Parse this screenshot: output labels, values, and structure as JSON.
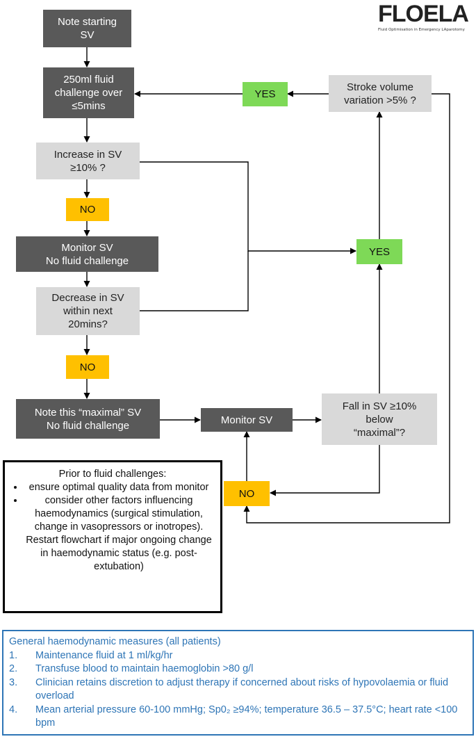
{
  "logo": {
    "text": "FLOELA",
    "tagline": "Fluid Optimisation in Emergency LAparotomy"
  },
  "nodes": {
    "note_start": "Note starting\nSV",
    "fluid_challenge": "250ml fluid\nchallenge over\n≤5mins",
    "increase_sv": "Increase in SV\n≥10% ?",
    "no1": "NO",
    "monitor_no_fluid": "Monitor SV\nNo fluid challenge",
    "decrease_sv": "Decrease in SV\nwithin next\n20mins?",
    "no2": "NO",
    "note_maximal": "Note this “maximal” SV\nNo fluid challenge",
    "monitor_sv": "Monitor SV",
    "fall_sv": "Fall in SV ≥10%\nbelow\n“maximal”?",
    "no3": "NO",
    "yes_mid": "YES",
    "stroke_variation": "Stroke volume\nvariation >5% ?",
    "yes_top": "YES"
  },
  "notes": {
    "heading": "Prior to fluid challenges:",
    "items": [
      "ensure optimal quality data from monitor",
      "consider other factors influencing haemodynamics (surgical stimulation, change in vasopressors or inotropes). Restart flowchart if major ongoing change in haemodynamic status (e.g. post-extubation)"
    ]
  },
  "general": {
    "heading": "General haemodynamic measures (all patients)",
    "items": [
      {
        "num": "1.",
        "text": "Maintenance fluid at 1 ml/kg/hr"
      },
      {
        "num": "2.",
        "text": "Transfuse blood to maintain haemoglobin >80 g/l"
      },
      {
        "num": "3.",
        "text": "Clinician retains discretion to adjust therapy if concerned about risks of hypovolaemia or fluid overload"
      },
      {
        "num": "4.",
        "text": "Mean arterial pressure 60-100 mmHg; Sp0₂ ≥94%; temperature 36.5 – 37.5°C; heart rate <100 bpm"
      }
    ]
  },
  "colors": {
    "dark": "#595959",
    "light": "#d9d9d9",
    "yes": "#7ed957",
    "no": "#ffc000",
    "blue": "#2e75b6"
  }
}
